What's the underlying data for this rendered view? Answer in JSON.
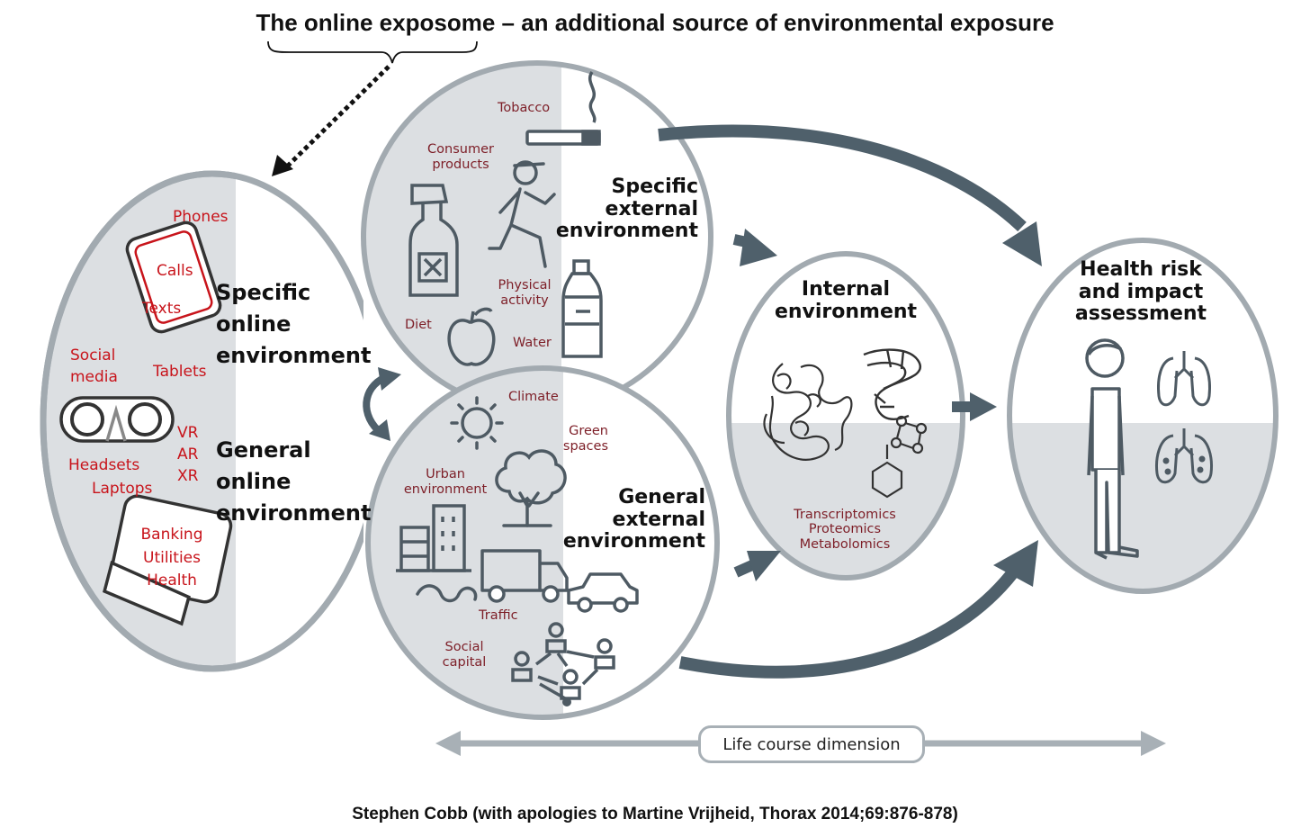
{
  "title": "The online exposome – an additional source of environmental exposure",
  "credit": "Stephen Cobb (with apologies to Martine Vrijheid, Thorax 2014;69:876-878)",
  "online": {
    "specific_heading": "Specific\nonline\nenvironment",
    "general_heading": "General\nonline\nenvironment",
    "phones": "Phones",
    "calls": "Calls",
    "texts": "Texts",
    "social_media": "Social\nmedia",
    "tablets": "Tablets",
    "vr_ar_xr": "VR\nAR\nXR",
    "headsets": "Headsets",
    "laptops": "Laptops",
    "laptop_items": "Banking\nUtilities\nHealth"
  },
  "specific_external": {
    "heading": "Specific\nexternal\nenvironment",
    "tobacco": "Tobacco",
    "consumer_products": "Consumer\nproducts",
    "physical_activity": "Physical\nactivity",
    "diet": "Diet",
    "water": "Water"
  },
  "general_external": {
    "heading": "General\nexternal\nenvironment",
    "climate": "Climate",
    "green_spaces": "Green\nspaces",
    "urban_environment": "Urban\nenvironment",
    "traffic": "Traffic",
    "social_capital": "Social\ncapital"
  },
  "internal": {
    "heading": "Internal\nenvironment",
    "omics": "Transcriptomics\nProteomics\nMetabolomics"
  },
  "health": {
    "heading": "Health risk\nand impact\nassessment"
  },
  "life_course": "Life course dimension",
  "colors": {
    "arrow": "#4f606b",
    "circle_border": "#a2aab0",
    "shade": "#dcdfe2",
    "icon_stroke": "#4e5a63",
    "online_red": "#c8141b",
    "label_darkred": "#7d1e27"
  }
}
